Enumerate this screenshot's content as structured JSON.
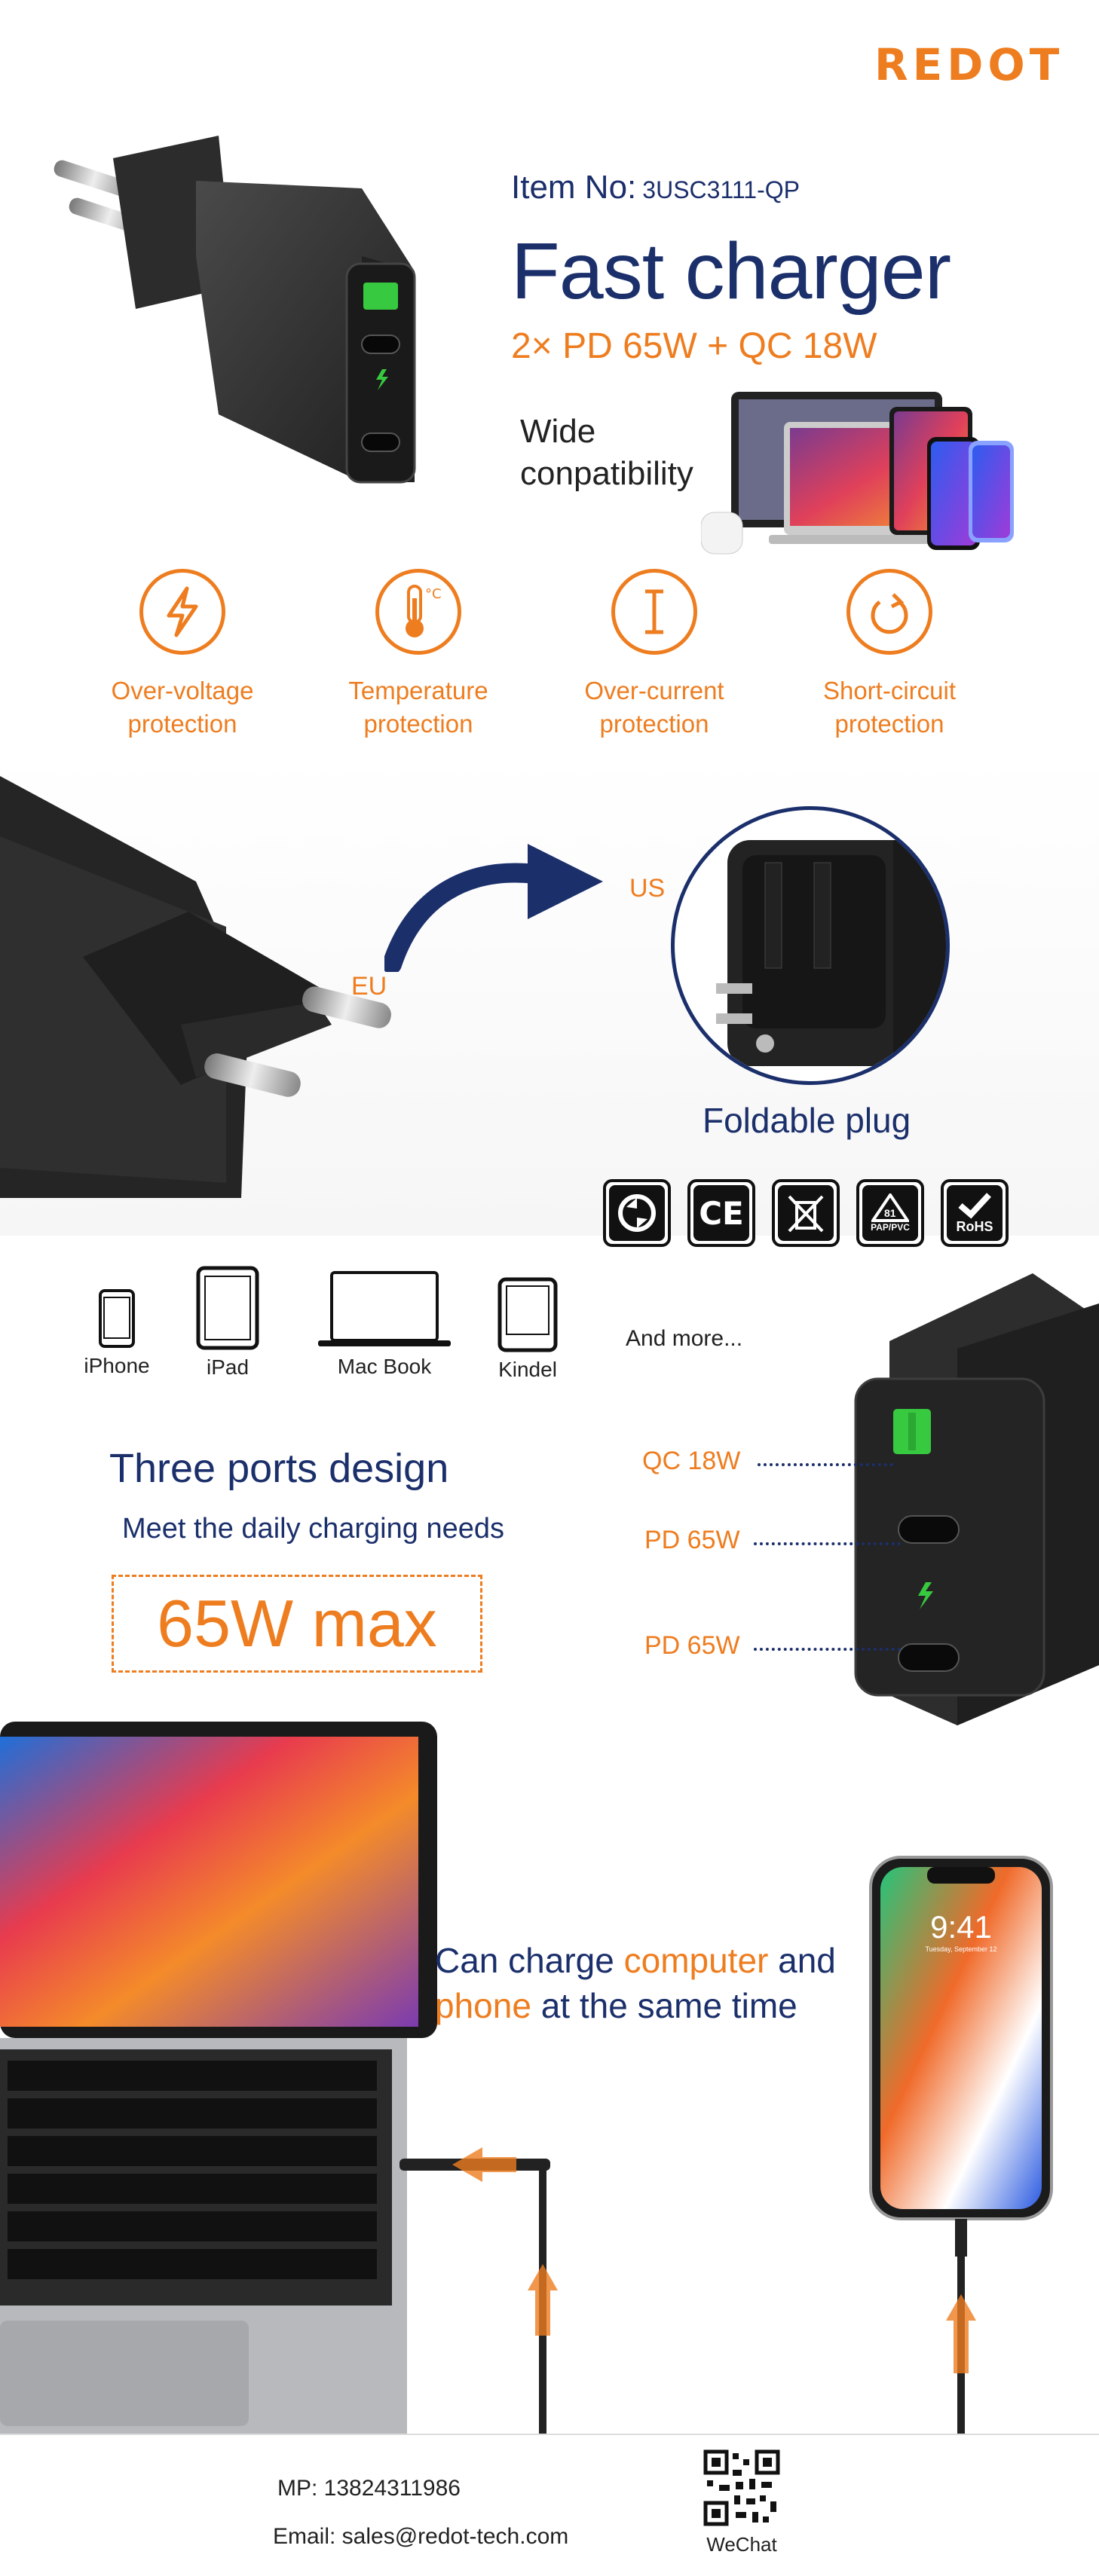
{
  "brand": {
    "logo_text": "REDOT",
    "accent": "#ee7d20",
    "navy": "#1b2f6b"
  },
  "header": {
    "item_label": "Item No:",
    "item_code": "3USC3111-QP",
    "title": "Fast charger",
    "subtitle": "2× PD 65W + QC 18W",
    "compat_line1": "Wide",
    "compat_line2": "conpatibility"
  },
  "features": [
    {
      "icon": "lightning-icon",
      "line1": "Over-voltage",
      "line2": "protection"
    },
    {
      "icon": "thermometer-icon",
      "line1": "Temperature",
      "line2": "protection"
    },
    {
      "icon": "current-icon",
      "line1": "Over-current",
      "line2": "protection"
    },
    {
      "icon": "power-cycle-icon",
      "line1": "Short-circuit",
      "line2": "protection"
    }
  ],
  "plug": {
    "eu_label": "EU",
    "us_label": "US",
    "caption": "Foldable plug"
  },
  "certs": [
    "recycle-icon",
    "ce-icon",
    "weee-icon",
    "pap-pvc-icon",
    "rohs-icon"
  ],
  "cert_texts": {
    "ce": "CE",
    "pap_num": "81",
    "pap": "PAP/PVC",
    "rohs": "RoHS"
  },
  "devices": [
    {
      "icon": "iphone-icon",
      "label": "iPhone"
    },
    {
      "icon": "ipad-icon",
      "label": "iPad"
    },
    {
      "icon": "macbook-icon",
      "label": "Mac Book"
    },
    {
      "icon": "kindle-icon",
      "label": "Kindel"
    }
  ],
  "and_more": "And more...",
  "ports": {
    "heading": "Three ports design",
    "subheading": "Meet the daily charging needs",
    "max": "65W max",
    "labels": [
      "QC 18W",
      "PD 65W",
      "PD 65W"
    ]
  },
  "charge": {
    "p1": "Can charge ",
    "p2": "computer",
    "p3": " and",
    "p4": "phone",
    "p5": " at the same time",
    "phone_time": "9:41",
    "phone_date": "Tuesday, September 12"
  },
  "footer": {
    "mp": "MP: 13824311986",
    "email": "Email: sales@redot-tech.com",
    "wechat": "WeChat"
  }
}
